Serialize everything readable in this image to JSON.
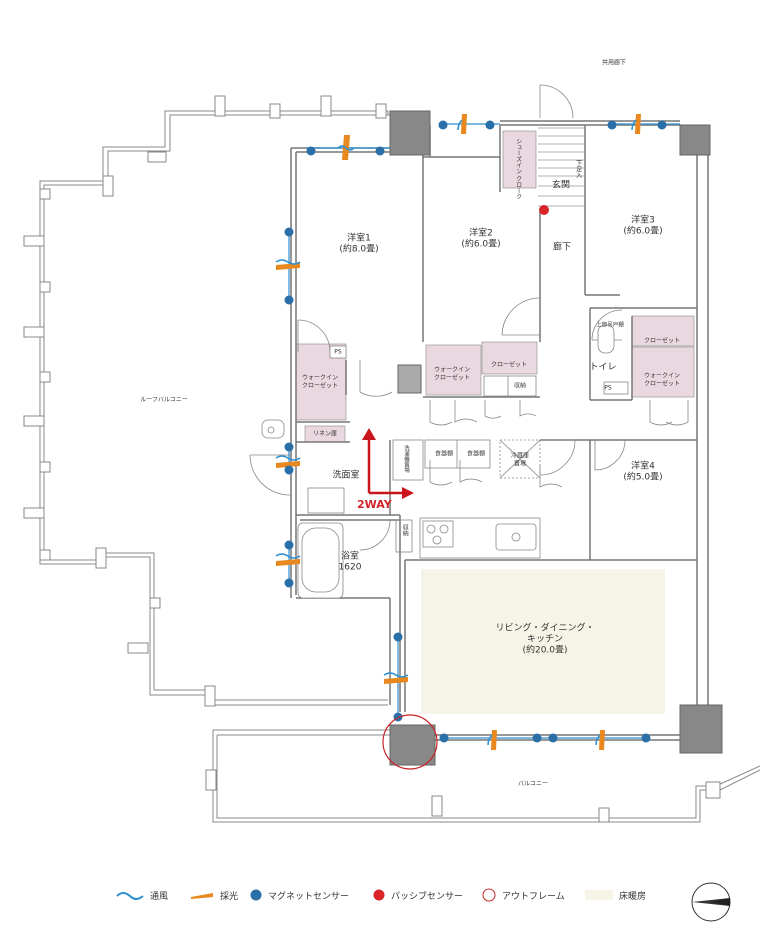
{
  "labels": {
    "common_corridor": "共用廊下",
    "roof_balcony": "ルーフバルコニー",
    "balcony": "バルコニー",
    "room1_name": "洋室1",
    "room1_size": "(約8.0畳)",
    "room2_name": "洋室2",
    "room2_size": "(約6.0畳)",
    "room3_name": "洋室3",
    "room3_size": "(約6.0畳)",
    "room4_name": "洋室4",
    "room4_size": "(約5.0畳)",
    "ldk_name1": "リビング・ダイニング・",
    "ldk_name2": "キッチン",
    "ldk_size": "(約20.0畳)",
    "hallway": "廊下",
    "entrance": "玄関",
    "shoe_closet": "シューズイン クローク",
    "shoe_box": "下足入",
    "wic1_a": "ウォークイン",
    "wic1_b": "クローゼット",
    "wic2_a": "ウォークイン",
    "wic2_b": "クローゼット",
    "wic3_a": "ウォークイン",
    "wic3_b": "クローゼット",
    "closet_room2": "クローゼット",
    "closet_room3": "クローゼット",
    "storage_room2": "収納",
    "storage_kitchen": "収納",
    "linen": "リネン庫",
    "ps1": "PS",
    "ps2": "PS",
    "upper_cabinet": "上部吊戸棚",
    "toilet": "トイレ",
    "washroom": "洗面室",
    "bath_name": "浴室",
    "bath_size": "1620",
    "pantry1": "食器棚",
    "pantry2": "食器棚",
    "fridge_a": "冷蔵庫",
    "fridge_b": "置場",
    "washer": "洗濯機置場",
    "two_way": "2WAY"
  },
  "legend": [
    {
      "icon": "wave-icon",
      "label": "通風"
    },
    {
      "icon": "light-icon",
      "label": "採光"
    },
    {
      "icon": "magnet-sensor-icon",
      "label": "マグネットセンサー"
    },
    {
      "icon": "passive-sensor-icon",
      "label": "パッシブセンサー"
    },
    {
      "icon": "outframe-icon",
      "label": "アウトフレーム"
    },
    {
      "icon": "floor-heating-icon",
      "label": "床暖房"
    }
  ],
  "colors": {
    "wall": "#808080",
    "storage": "#ead8e0",
    "floor_heating": "#f6f4e6",
    "ventilation": "#2c8fd0",
    "daylight": "#e8881e",
    "sensor": "#2a6fa8",
    "passive": "#d9242a",
    "two_way": "#c9141c",
    "outframe": "#c8242a"
  }
}
